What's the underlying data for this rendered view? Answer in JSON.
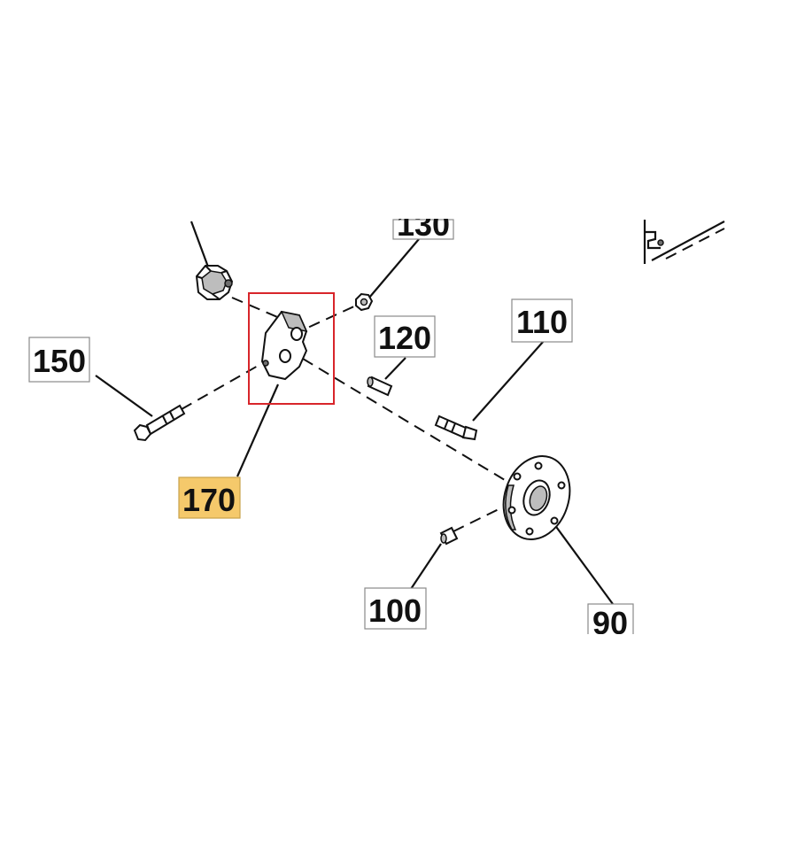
{
  "callouts": {
    "c130": "130",
    "c150": "150",
    "c120": "120",
    "c110": "110",
    "c170": "170",
    "c100": "100",
    "c90": "90"
  },
  "colors": {
    "highlight_box": "#d8252a",
    "highlight_label": "#f5c96b",
    "ink": "#111111"
  }
}
